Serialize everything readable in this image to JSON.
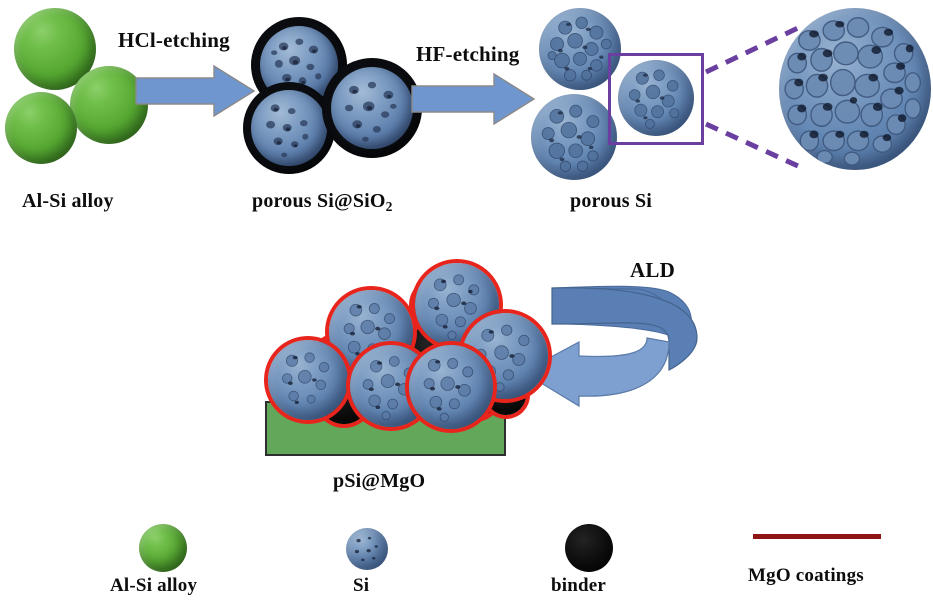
{
  "figure": {
    "type": "schematic-process-diagram",
    "title_visible": false,
    "background_color": "#ffffff"
  },
  "stages": [
    {
      "id": "al-si-alloy",
      "label": "Al-Si alloy",
      "particle_kind": "green-sphere",
      "particle_count": 3
    },
    {
      "id": "porous-si-sio2",
      "label_prefix": "porous Si@SiO",
      "label_sub": "2",
      "particle_kind": "blue-sphere-dark-shell",
      "particle_count": 3
    },
    {
      "id": "porous-si",
      "label": "porous Si",
      "particle_kind": "blue-porous-sphere",
      "particle_count": 3
    },
    {
      "id": "psi-mgo",
      "label": "pSi@MgO",
      "particle_kind": "red-coated-assembly",
      "sphere_count": 6,
      "binder_count": 7,
      "substrate_color": "#63a85a"
    }
  ],
  "processes": [
    {
      "id": "hcl-etching",
      "label": "HCl-etching",
      "arrow": "straight-right"
    },
    {
      "id": "hf-etching",
      "label": "HF-etching",
      "arrow": "straight-right"
    },
    {
      "id": "ald",
      "label": "ALD",
      "arrow": "curved-u-left"
    }
  ],
  "callout": {
    "box_color": "#6b3fa0",
    "connector_style": "dashed",
    "magnified_of": "porous Si"
  },
  "legend": {
    "items": [
      {
        "id": "al-si-alloy",
        "label": "Al-Si alloy",
        "swatch": "green-sphere",
        "color": "#56a832"
      },
      {
        "id": "si",
        "label": "Si",
        "swatch": "blue-sphere",
        "color": "#6387b4"
      },
      {
        "id": "binder",
        "label": "binder",
        "swatch": "black-circle",
        "color": "#000000"
      },
      {
        "id": "mgo-coatings",
        "label": "MgO coatings",
        "swatch": "red-line",
        "color": "#8f1515"
      }
    ]
  },
  "colors": {
    "arrow_blue": "#6f96ce",
    "arrow_blue_dark": "#5a7fb5",
    "mgo_red": "#e8251c",
    "substrate_green": "#63a85a",
    "alloy_green": "#56a832",
    "silicon_blue": "#6387b4",
    "callout_purple": "#6b3fa0",
    "legend_red": "#8f1515",
    "text": "#0d0d0d"
  }
}
